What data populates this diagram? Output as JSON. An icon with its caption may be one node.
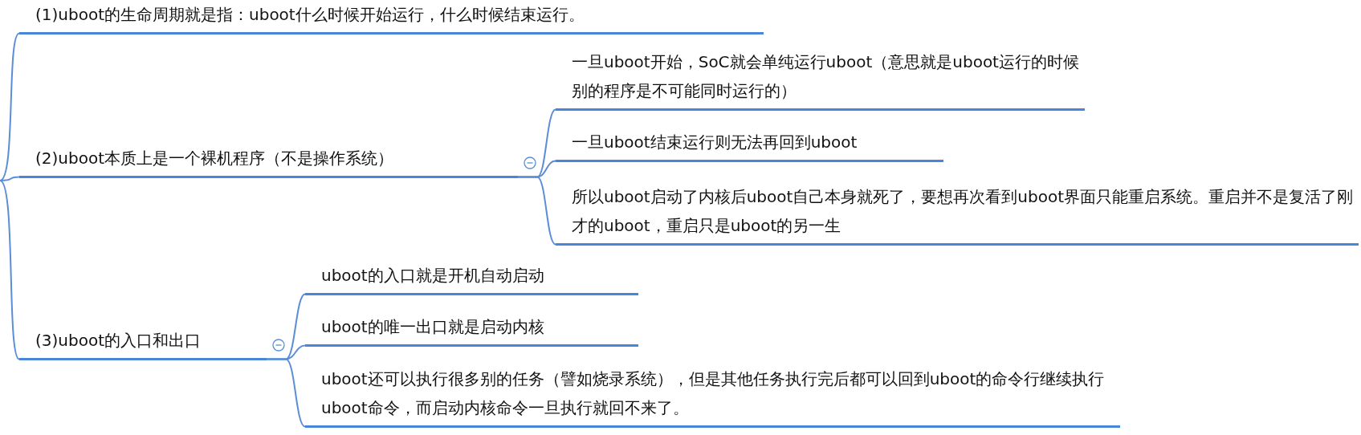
{
  "diagram": {
    "nodes": [
      {
        "text": [
          "(1)uboot的生命周期就是指：uboot什么时候开始运行，什么时候结束运行。"
        ]
      },
      {
        "text": [
          "(2)uboot本质上是一个裸机程序（不是操作系统）"
        ]
      },
      {
        "text": [
          "一旦uboot开始，SoC就会单纯运行uboot（意思就是uboot运行的时候别的程序是不可能同时运行的）"
        ]
      },
      {
        "text": [
          "一旦uboot结束运行则无法再回到uboot"
        ]
      },
      {
        "text": [
          "所以uboot启动了内核后uboot自己本身就死了，要想再次看到uboot界面只能重启系统。重启并不是复活了刚才的uboot，重启只是uboot的另一生"
        ]
      },
      {
        "text": [
          "(3)uboot的入口和出口"
        ]
      },
      {
        "text": [
          "uboot的入口就是开机自动启动"
        ]
      },
      {
        "text": [
          "uboot的唯一出口就是启动内核"
        ]
      },
      {
        "text": [
          "uboot还可以执行很多别的任务（譬如烧录系统），但是其他任务执行完后都可以回到uboot的命令行继续执行uboot命令，而启动内核命令一旦执行就回不来了。"
        ]
      }
    ],
    "edges": [
      {
        "from": null,
        "to": 0,
        "arrow": "none"
      },
      {
        "from": null,
        "to": 1,
        "arrow": "none"
      },
      {
        "from": null,
        "to": 5,
        "arrow": "none"
      },
      {
        "from": 1,
        "to": 2,
        "arrow": "none"
      },
      {
        "from": 1,
        "to": 3,
        "arrow": "none"
      },
      {
        "from": 1,
        "to": 4,
        "arrow": "none"
      },
      {
        "from": 5,
        "to": 6,
        "arrow": "none"
      },
      {
        "from": 5,
        "to": 7,
        "arrow": "none"
      },
      {
        "from": 5,
        "to": 8,
        "arrow": "none"
      }
    ]
  }
}
